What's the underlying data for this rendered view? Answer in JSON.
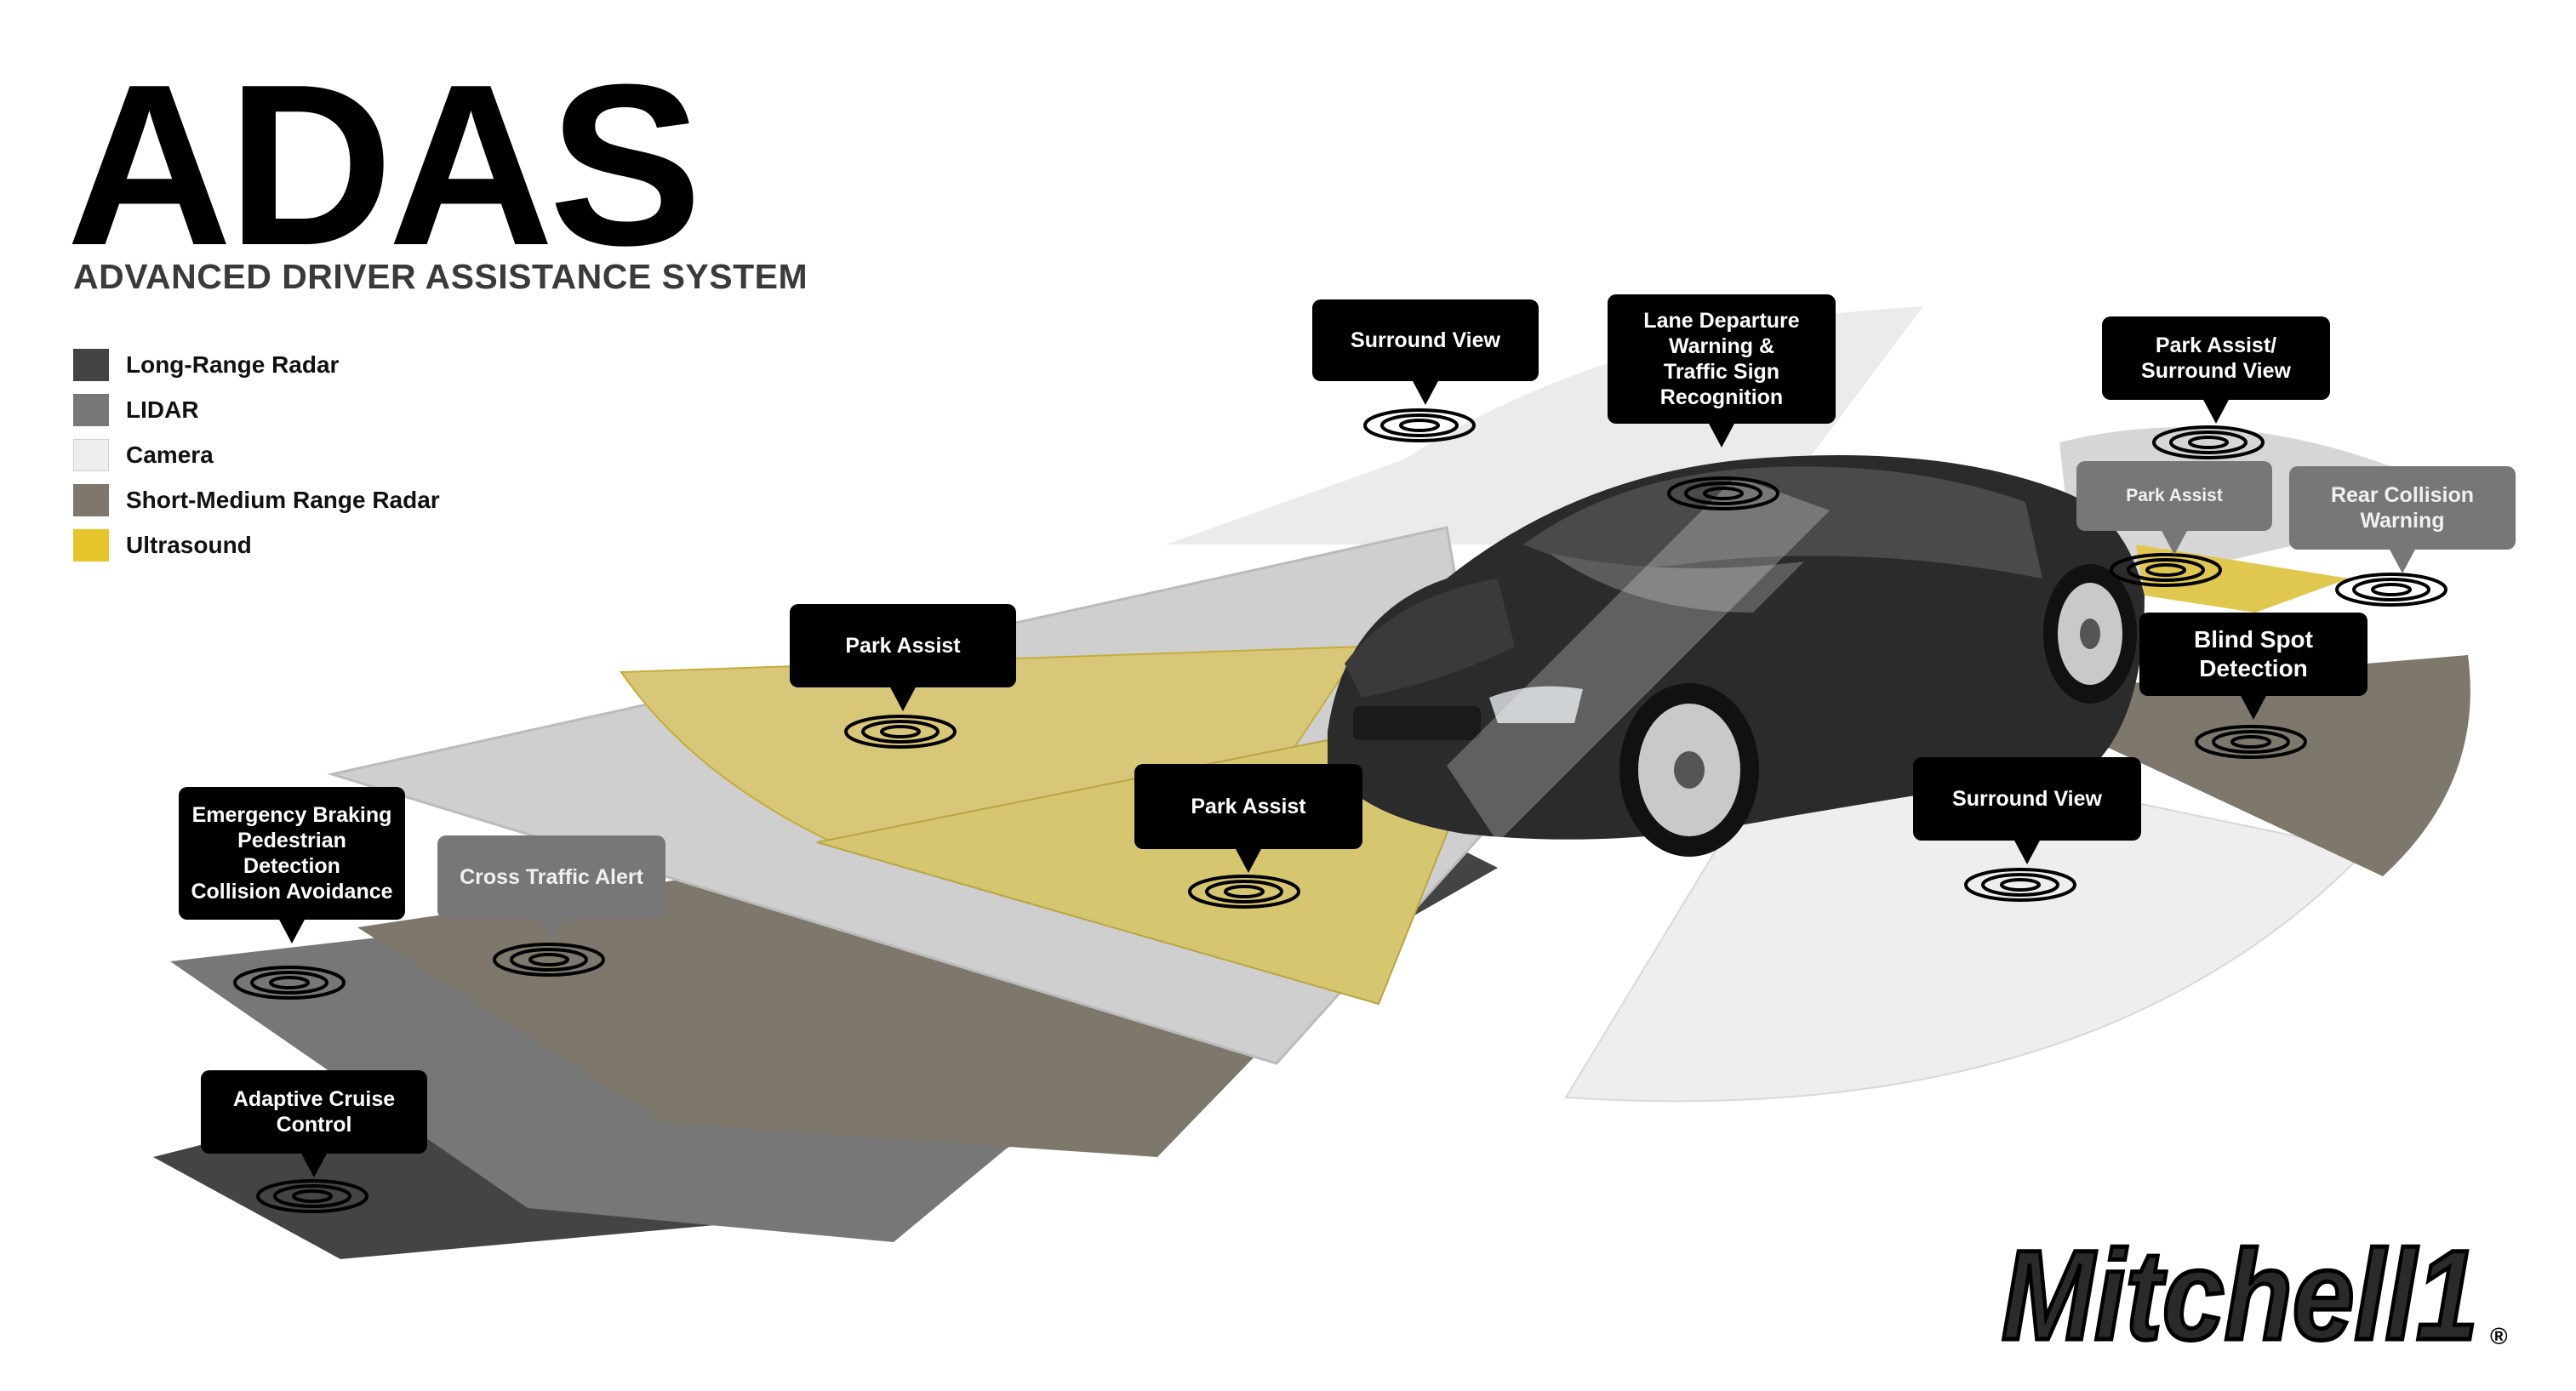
{
  "header": {
    "title": "ADAS",
    "subtitle": "ADVANCED DRIVER ASSISTANCE SYSTEM"
  },
  "legend": [
    {
      "label": "Long-Range Radar",
      "color": "#444444"
    },
    {
      "label": "LIDAR",
      "color": "#777777"
    },
    {
      "label": "Camera",
      "color": "#eeeeee"
    },
    {
      "label": "Short-Medium Range Radar",
      "color": "#7d786b"
    },
    {
      "label": "Ultrasound",
      "color": "#e6c52a"
    }
  ],
  "callouts": {
    "surround_view_front": "Surround View",
    "lane_departure": "Lane Departure\nWarning &\nTraffic Sign\nRecognition",
    "park_assist_surround": "Park Assist/\nSurround View",
    "park_assist_rear": "Park Assist",
    "rear_collision": "Rear Collision\nWarning",
    "park_assist_left": "Park Assist",
    "park_assist_front": "Park Assist",
    "blind_spot": "Blind Spot\nDetection",
    "surround_view_side": "Surround View",
    "emergency_braking": "Emergency Braking\nPedestrian Detection\nCollision Avoidance",
    "cross_traffic": "Cross Traffic Alert",
    "adaptive_cruise": "Adaptive Cruise\nControl"
  },
  "brand": {
    "logo_text": "Mitchell1",
    "registered_mark": "®"
  }
}
